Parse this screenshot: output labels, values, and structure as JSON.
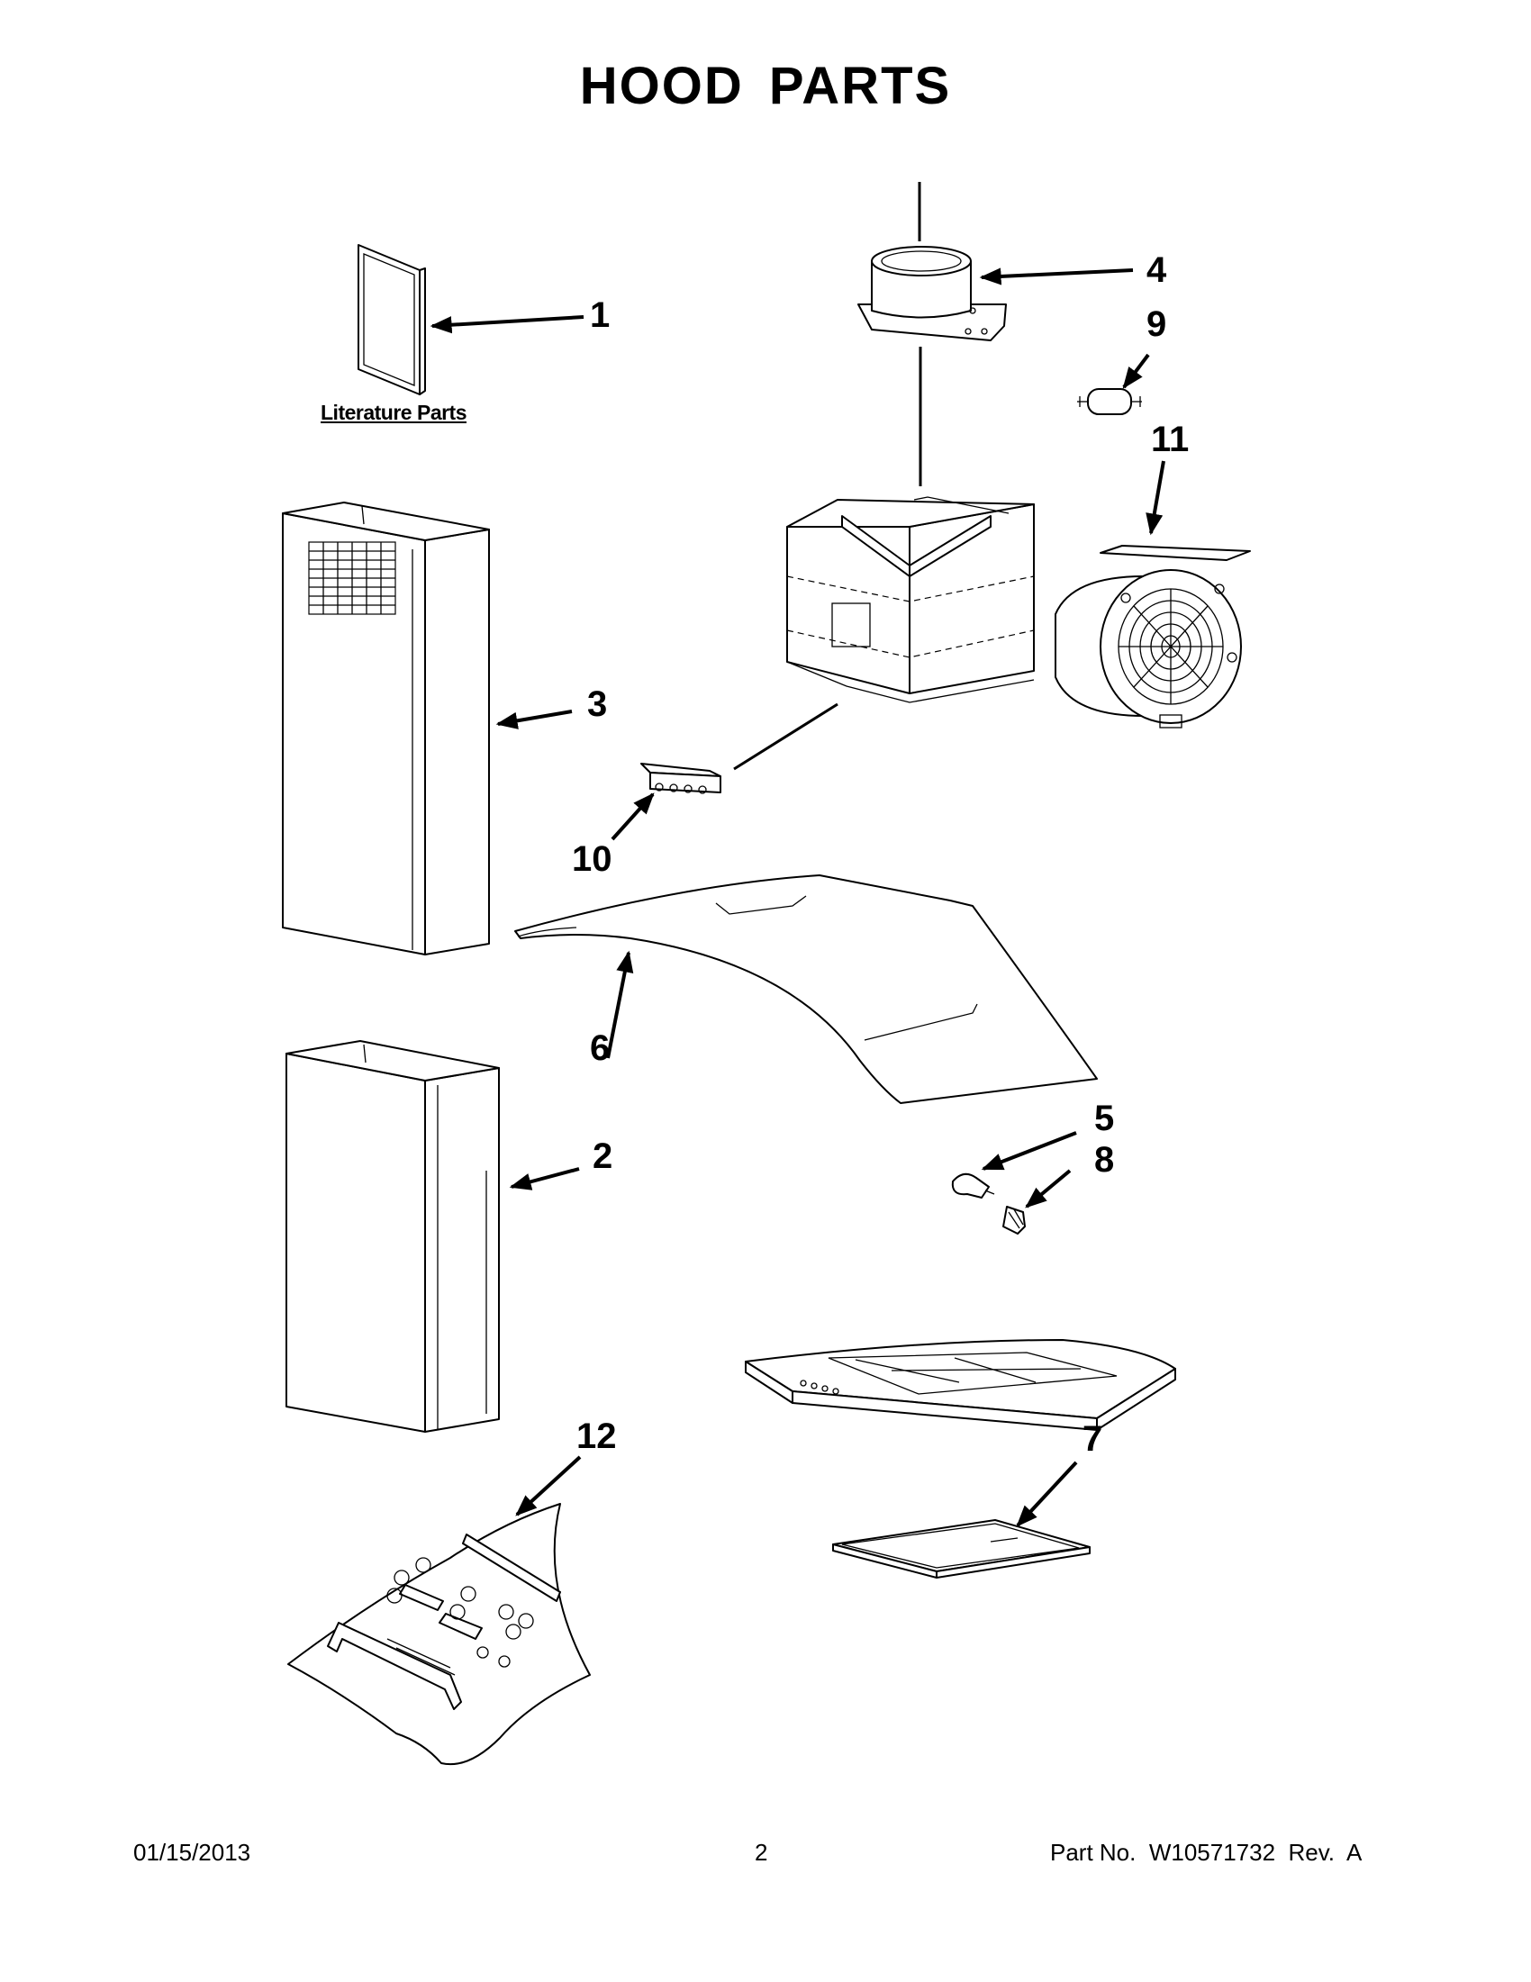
{
  "title": "HOOD PARTS",
  "literature_label": "Literature Parts",
  "callouts": {
    "c1": "1",
    "c2": "2",
    "c3": "3",
    "c4": "4",
    "c5": "5",
    "c6": "6",
    "c7": "7",
    "c8": "8",
    "c9": "9",
    "c10": "10",
    "c11": "11",
    "c12": "12"
  },
  "footer": {
    "date": "01/15/2013",
    "page": "2",
    "part_number": "Part No.  W10571732  Rev.  A"
  }
}
